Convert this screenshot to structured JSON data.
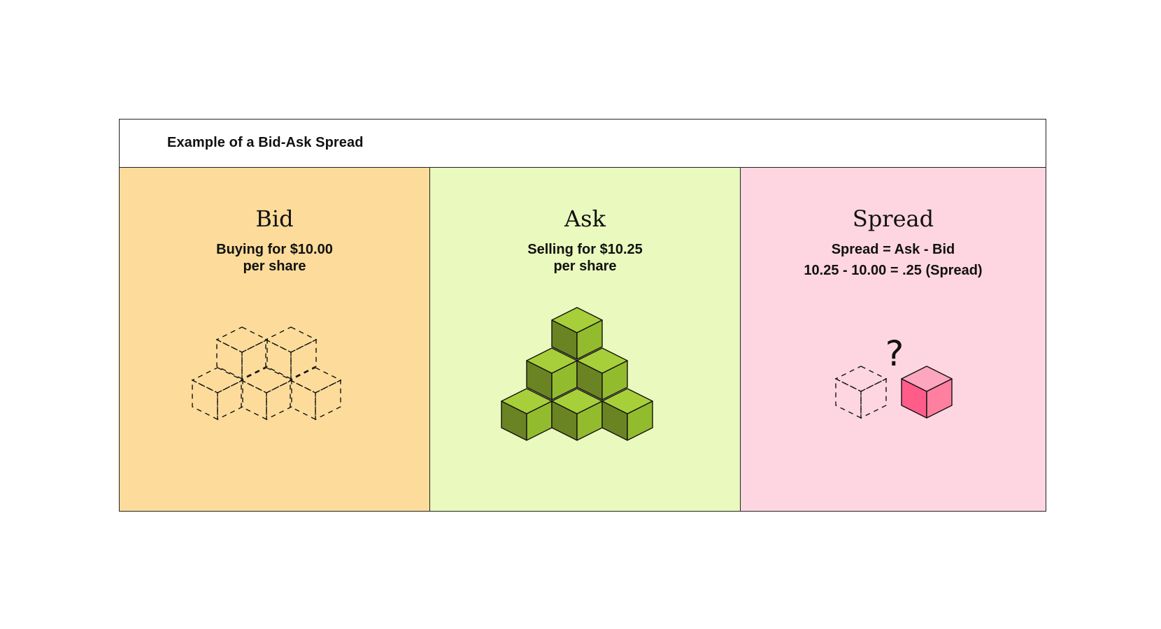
{
  "title": "Example of a Bid-Ask Spread",
  "colors": {
    "bid": "#FDDC9B",
    "ask": "#EAF9BE",
    "spread": "#FED6E1",
    "green_top": "#A7CF3A",
    "green_left": "#6B8423",
    "green_right": "#93BB2E",
    "pink_top": "#FCA6C0",
    "pink_left": "#FF5C8A",
    "pink_right": "#FF7FA0"
  },
  "panels": {
    "bid": {
      "title": "Bid",
      "line1": "Buying for $10.00",
      "line2": "per share",
      "icon": "dashed-cubes-stack"
    },
    "ask": {
      "title": "Ask",
      "line1": "Selling for $10.25",
      "line2": "per share",
      "icon": "green-cubes-stack"
    },
    "spread": {
      "title": "Spread",
      "line1": "Spread = Ask - Bid",
      "line2": "10.25 - 10.00 = .25 (Spread)",
      "icon": "dashed-cube-question-pink-cube",
      "question_mark": "?"
    }
  }
}
